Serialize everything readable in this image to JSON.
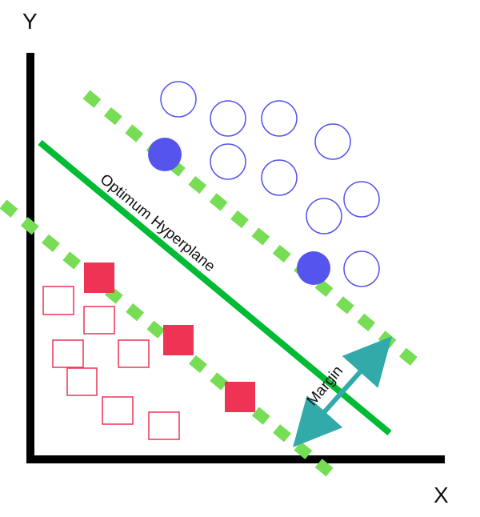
{
  "labels": {
    "y_axis": "Y",
    "x_axis": "X",
    "hyperplane": "Optimum Hyperplane",
    "margin": "Margin"
  },
  "colors": {
    "axis": "#000000",
    "hyperplane": "#00bb33",
    "margin_line": "#77dd55",
    "circle_class": "#5555ee",
    "square_class": "#ee3355",
    "margin_arrow": "#33aaaa"
  },
  "legend_classes": [
    {
      "shape": "circle",
      "color": "#5555ee",
      "role": "class-1"
    },
    {
      "shape": "square",
      "color": "#ee3355",
      "role": "class-2"
    }
  ]
}
